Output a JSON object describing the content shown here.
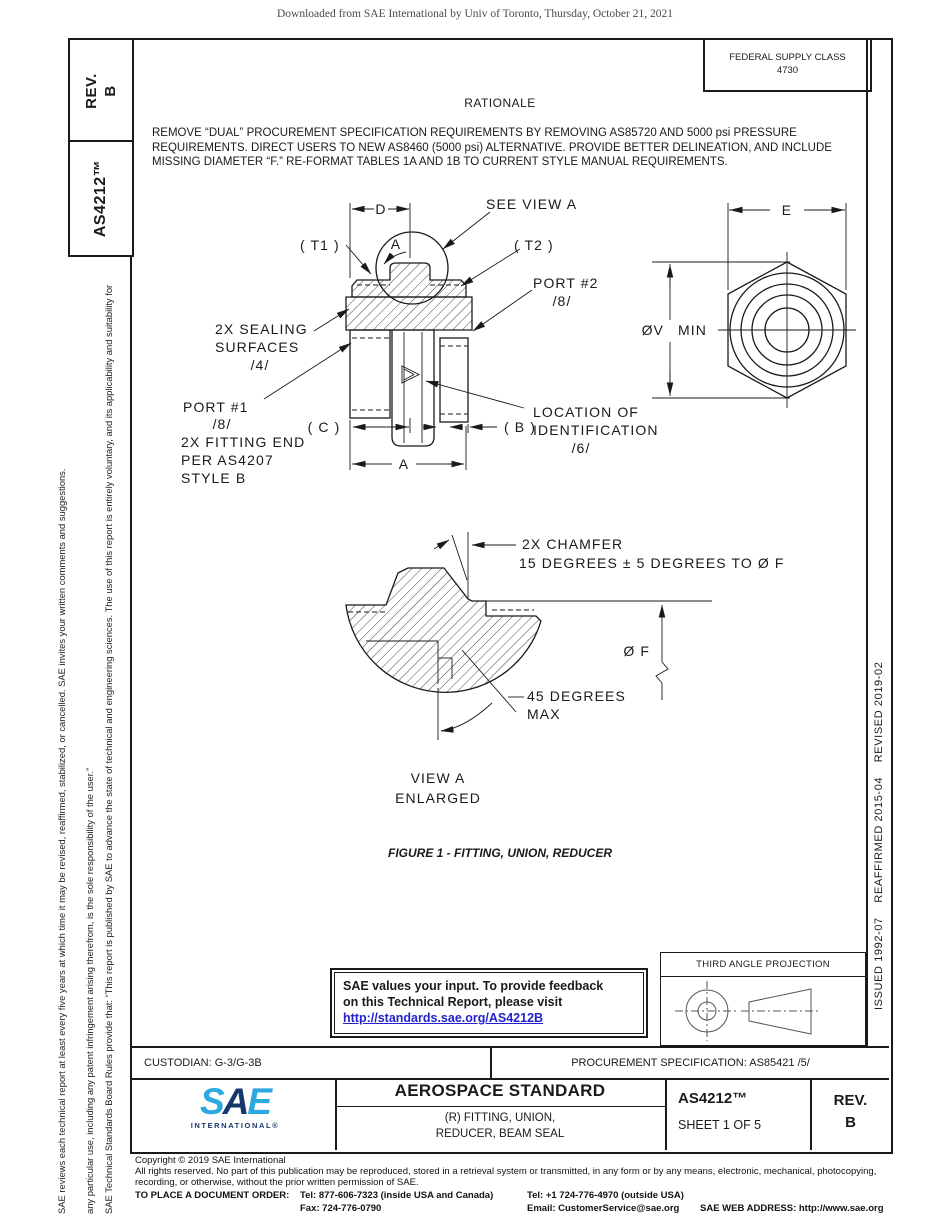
{
  "watermark": "Downloaded from SAE International by Univ of Toronto, Thursday, October 21, 2021",
  "sidebar": {
    "rev_label": "REV.",
    "rev_value": "B",
    "doc_number": "AS4212™",
    "disclaimer": "SAE Technical Standards Board Rules provide that: “This report is published by SAE to advance the state of technical and engineering sciences. The use of this report is entirely voluntary, and its applicability and suitability for any particular use, including any patent infringement arising therefrom, is the sole responsibility of the user.”",
    "review_note": "SAE reviews each technical report at least every five years at which time it may be revised, reaffirmed, stabilized, or cancelled. SAE invites your written comments and suggestions."
  },
  "right_margin": {
    "history": "ISSUED 1992-07    REAFFIRMED 2015-04    REVISED 2019-02"
  },
  "header": {
    "fsc_label": "FEDERAL SUPPLY CLASS",
    "fsc_code": "4730"
  },
  "rationale": {
    "title": "RATIONALE",
    "body": "REMOVE “DUAL” PROCUREMENT SPECIFICATION REQUIREMENTS BY REMOVING AS85720 AND 5000 psi PRESSURE REQUIREMENTS. DIRECT USERS TO NEW AS8460 (5000 psi) ALTERNATIVE. PROVIDE BETTER DELINEATION, AND INCLUDE MISSING DIAMETER “F.” RE-FORMAT TABLES 1A AND 1B TO CURRENT STYLE MANUAL REQUIREMENTS."
  },
  "drawing": {
    "see_view_a": "SEE VIEW A",
    "dim_d": "D",
    "t1": "( T1 )",
    "detail_a": "A",
    "t2": "( T2 )",
    "port2_line1": "PORT #2",
    "port2_line2": "/8/",
    "sealing_line1": "2X SEALING",
    "sealing_line2": "SURFACES",
    "sealing_line3": "/4/",
    "port1_line1": "PORT #1",
    "port1_line2": "/8/",
    "fitting_line1": "2X FITTING END",
    "fitting_line2": "PER AS4207",
    "fitting_line3": "STYLE B",
    "dim_c": "( C )",
    "dim_b": "( B )",
    "dim_a": "A",
    "location_line1": "LOCATION OF",
    "location_line2": "IDENTIFICATION",
    "location_line3": "/6/",
    "dim_e": "E",
    "dia_v_prefix": "ØV",
    "dia_v_suffix": "MIN",
    "chamfer_line1": "2X CHAMFER",
    "chamfer_line2": "15 DEGREES ± 5 DEGREES TO Ø F",
    "dia_f": "Ø F",
    "angle_line1": "45 DEGREES",
    "angle_line2": "MAX",
    "view_label_line1": "VIEW A",
    "view_label_line2": "ENLARGED",
    "caption": "FIGURE 1 - FITTING, UNION, REDUCER"
  },
  "feedback": {
    "line1": "SAE values your input. To provide feedback",
    "line2": "on this Technical Report, please visit",
    "link": "http://standards.sae.org/AS4212B"
  },
  "projection": {
    "title": "THIRD ANGLE PROJECTION"
  },
  "title_block": {
    "custodian": "CUSTODIAN: G-3/G-3B",
    "procurement": "PROCUREMENT SPECIFICATION: AS85421 /5/",
    "logo_s": "S",
    "logo_a": "A",
    "logo_e": "E",
    "logo_sub": "INTERNATIONAL®",
    "doc_type": "AEROSPACE STANDARD",
    "title_line1": "(R) FITTING, UNION,",
    "title_line2": "REDUCER, BEAM SEAL",
    "doc_number": "AS4212™",
    "sheet": "SHEET 1 OF 5",
    "rev_label": "REV.",
    "rev_value": "B"
  },
  "footer": {
    "copyright": "Copyright © 2019 SAE International",
    "rights_line1": "All rights reserved. No part of this publication may be reproduced, stored in a retrieval system or transmitted, in any form or by any means, electronic, mechanical, photocopying,",
    "rights_line2": "recording, or otherwise, without the prior written permission of SAE.",
    "order_label": "TO PLACE A DOCUMENT ORDER:",
    "tel_inside": "Tel: 877-606-7323 (inside USA and Canada)",
    "tel_outside": "Tel: +1 724-776-4970 (outside USA)",
    "fax": "Fax: 724-776-0790",
    "email": "Email: CustomerService@sae.org",
    "web": "SAE WEB ADDRESS: http://www.sae.org"
  },
  "colors": {
    "link_blue": "#2222CC",
    "logo_light_blue": "#2CA9E1",
    "logo_navy": "#16386B",
    "line_black": "#1A1A1A",
    "watermark_gray": "#4A4A4A"
  }
}
